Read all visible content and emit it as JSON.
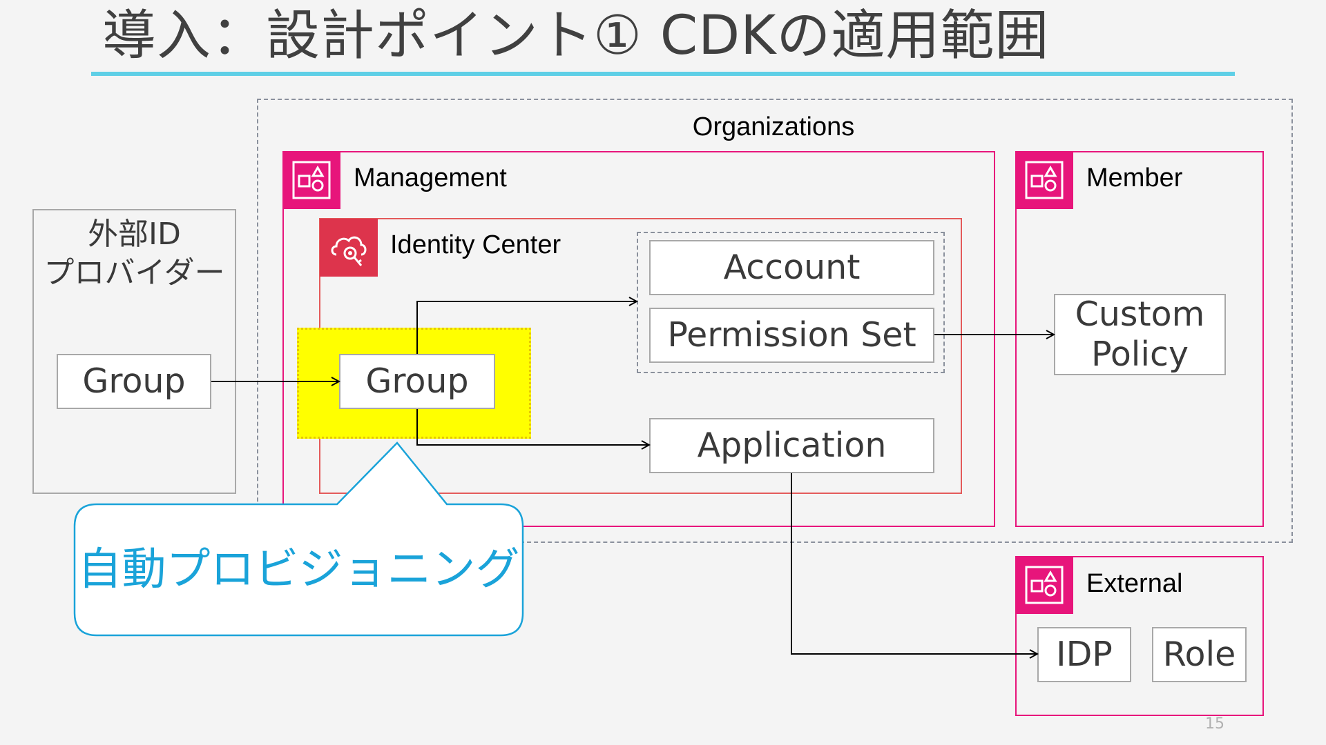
{
  "slide": {
    "title": "導入：設計ポイント① CDKの適用範囲",
    "page_number": "15"
  },
  "diagram": {
    "organizations_label": "Organizations",
    "external_idp": {
      "title_line1": "外部ID",
      "title_line2": "プロバイダー",
      "group_label": "Group"
    },
    "management": {
      "label": "Management",
      "icon": "organizations-account-icon"
    },
    "identity_center": {
      "label": "Identity Center",
      "icon": "identity-center-icon",
      "group_label": "Group",
      "account_label": "Account",
      "permission_set_label": "Permission Set",
      "application_label": "Application"
    },
    "member": {
      "label": "Member",
      "icon": "organizations-account-icon",
      "custom_policy_line1": "Custom",
      "custom_policy_line2": "Policy"
    },
    "external": {
      "label": "External",
      "icon": "organizations-account-icon",
      "idp_label": "IDP",
      "role_label": "Role"
    },
    "callout": {
      "text": "自動プロビジョニング"
    }
  },
  "colors": {
    "accent_rule": "#5ecfe6",
    "account_pink": "#e7157b",
    "identity_red": "#dd344c",
    "highlight_yellow": "#ffff00",
    "callout_blue": "#1aa3d9"
  }
}
